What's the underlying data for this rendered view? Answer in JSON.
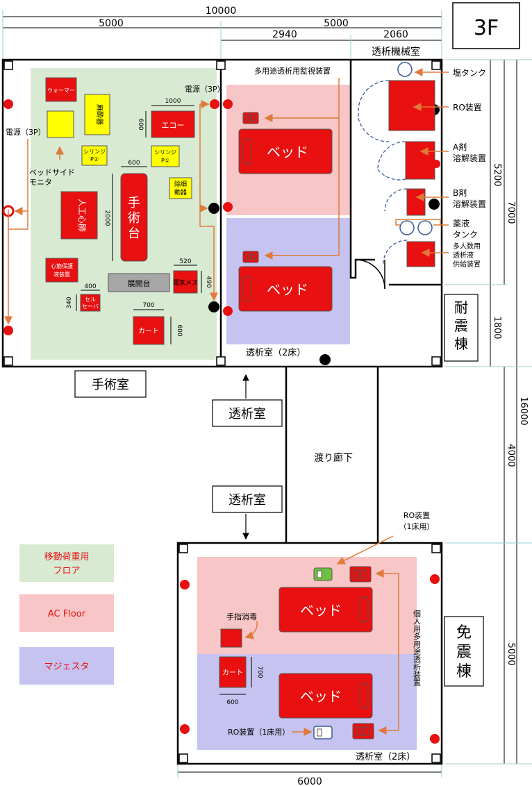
{
  "floor_label": "3F",
  "dimensions": {
    "total_top": "10000",
    "left_half": "5000",
    "right_half": "5000",
    "dialysis_room_w": "2940",
    "machine_room_w": "2060",
    "right_5200": "5200",
    "right_1800": "1800",
    "right_7000": "7000",
    "right_4000": "4000",
    "right_16000": "16000",
    "right_5000": "5000",
    "bottom_6000": "6000",
    "echo_w": "1000",
    "echo_h": "600",
    "table_w": "600",
    "table_h": "2000",
    "esu_w": "520",
    "esu_h": "490",
    "cell_w": "400",
    "cell_h": "340",
    "cart_w": "700",
    "cart_h": "600",
    "cart2_w": "600",
    "cart2_h": "700"
  },
  "rooms": {
    "machine_room": "透析機械室",
    "operating_room": "手術室",
    "dialysis_2beds_top": "透析室（2床）",
    "dialysis_2beds_bottom": "透析室（2床）",
    "dialysis_nav_1": "透析室",
    "dialysis_nav_2": "透析室",
    "corridor": "渡り廊下",
    "building_seismic": "耐震棟",
    "building_isolated": "免震棟"
  },
  "equipment": {
    "warmer": "ウォーマー",
    "anesthesia": "麻酔器",
    "echo": "エコー",
    "syringe2": "シリンジ\nP②",
    "syringe1": "シリンジ\nP①",
    "defibrillator": "除細\n動器",
    "table": "手\n術\n台",
    "heart_lung": "人工心肺",
    "myocardial": "心筋保護\n液装置",
    "prep_table": "展開台",
    "esu": "電気メス",
    "cell_saver": "セル\nセーバ",
    "cart": "カート",
    "cart2": "カート",
    "bed1": "ベッド",
    "bed2": "ベッド",
    "bed3": "ベッド",
    "bed4": "ベッド",
    "hand_sanitizer": "手指消毒"
  },
  "annotations": {
    "power_left": "電源（3P）",
    "power_center": "電源（3P）",
    "bedside_monitor": "ベッドサイド\nモニタ",
    "multi_monitor": "多用途透析用監視装置",
    "salt_tank": "塩タンク",
    "ro_unit": "RO装置",
    "a_agent": "A剤\n溶解装置",
    "b_agent": "B剤\n溶解装置",
    "chem_tank": "薬液\nタンク",
    "multi_supply": "多人数用\n透析液\n供給装置",
    "ro_single_top": "RO装置\n（1床用）",
    "ro_single_bottom": "RO装置（1床用）",
    "personal_dialysis": "個人用多用途透析装置"
  },
  "legend": [
    {
      "label": "移動荷重用\nフロア",
      "color": "#d9ead3"
    },
    {
      "label": "AC Floor",
      "color": "#f8c6c6"
    },
    {
      "label": "マジェスタ",
      "color": "#c6c3f0"
    }
  ],
  "colors": {
    "equipment_red": "#e81010",
    "syringe_yellow": "#ffff00",
    "arrow_orange": "#e07a3a",
    "dashed_blue": "#3a5a9a",
    "grey_table": "#a6a6a6"
  }
}
